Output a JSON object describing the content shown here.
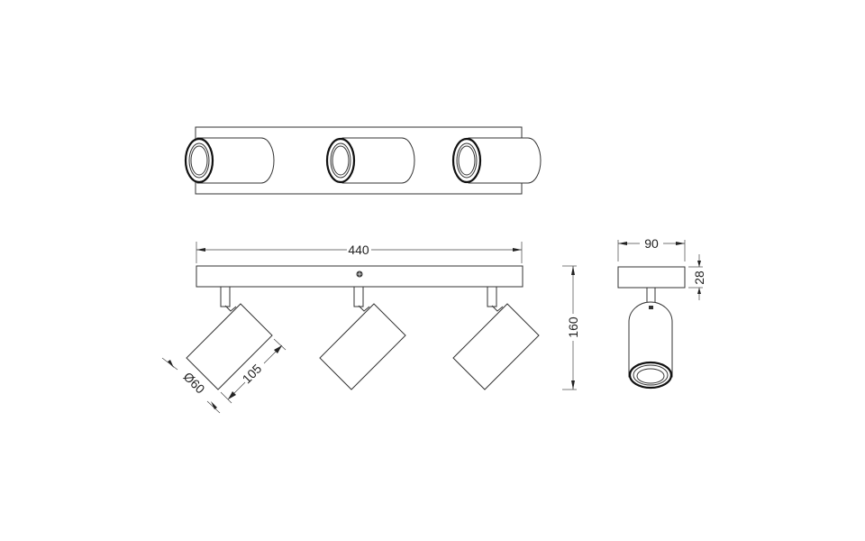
{
  "drawing": {
    "title": "3-light spotlight bar — technical drawing",
    "views": [
      "top-view",
      "front-view",
      "side-view"
    ],
    "units": "mm",
    "colors": {
      "line": "#333333",
      "background": "#ffffff"
    }
  },
  "dimensions": {
    "length": "440",
    "height": "160",
    "spot_diameter": "Ø60",
    "spot_length": "105",
    "base_width": "90",
    "base_thickness": "28"
  },
  "spotlights": {
    "count": 3
  }
}
